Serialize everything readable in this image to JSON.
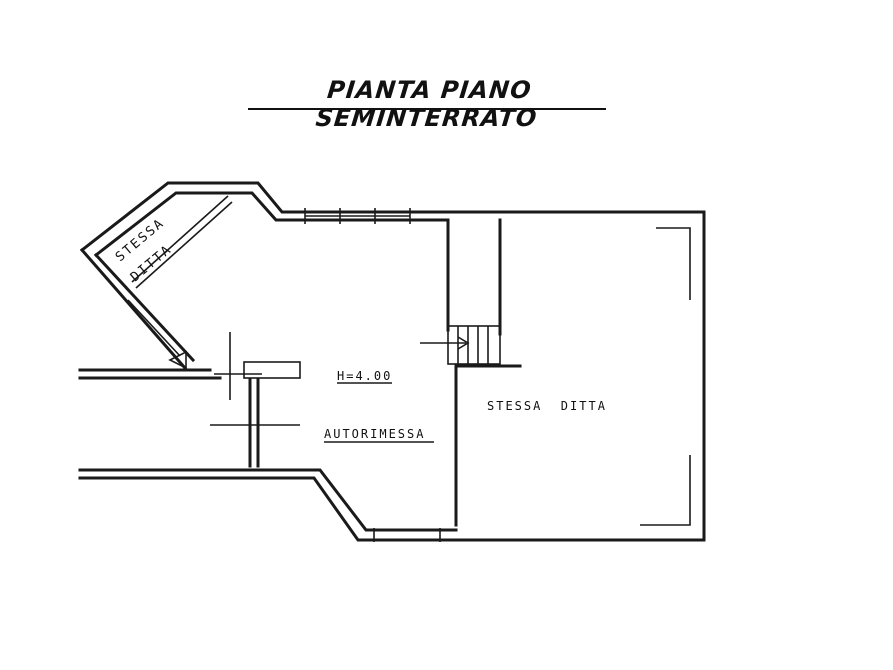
{
  "title": "PIANTA PIANO SEMINTERRATO",
  "rooms": {
    "stessa_ditta_angled": "STESSA DITTA",
    "stessa_ditta_angled_line1": "STESSA",
    "stessa_ditta_angled_line2": "DITTA",
    "height_label": "H=4.00",
    "autorimessa": "AUTORIMESSA",
    "stessa_ditta_right": "STESSA  DITTA"
  }
}
